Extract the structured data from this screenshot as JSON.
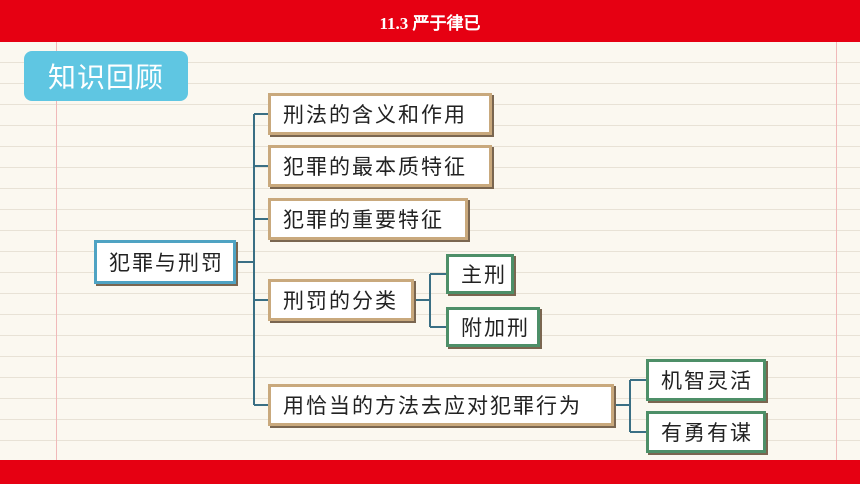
{
  "header": {
    "title": "11.3 严于律已"
  },
  "section_tag": "知识回顾",
  "mindmap": {
    "root": "犯罪与刑罚",
    "branches": [
      {
        "label": "刑法的含义和作用"
      },
      {
        "label": "犯罪的最本质特征"
      },
      {
        "label": "犯罪的重要特征"
      },
      {
        "label": "刑罚的分类",
        "children": [
          "主刑",
          "附加刑"
        ]
      },
      {
        "label": "用恰当的方法去应对犯罪行为",
        "children": [
          "机智灵活",
          "有勇有谋"
        ]
      }
    ]
  },
  "colors": {
    "header_bar": "#e60012",
    "tag_background": "#5fc6e2",
    "root_border": "#4fa3c3",
    "branch_border": "#c9a97d",
    "leaf_border": "#4d8f68",
    "connector": "#3a6f84"
  }
}
